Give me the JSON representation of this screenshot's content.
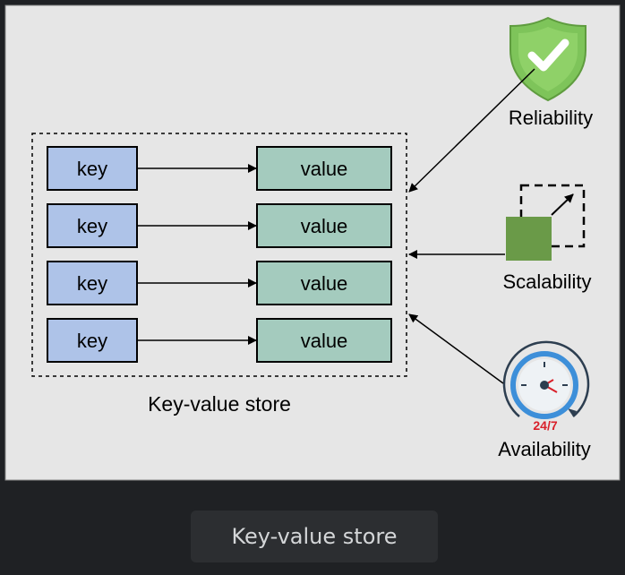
{
  "diagram": {
    "rows": [
      {
        "key": "key",
        "value": "value"
      },
      {
        "key": "key",
        "value": "value"
      },
      {
        "key": "key",
        "value": "value"
      },
      {
        "key": "key",
        "value": "value"
      }
    ],
    "store_label": "Key-value store",
    "properties": {
      "reliability": "Reliability",
      "scalability": "Scalability",
      "availability": "Availability",
      "availability_badge": "24/7"
    }
  },
  "caption": {
    "text": "Key-value store"
  },
  "colors": {
    "page_background": "#1f2124",
    "panel_background": "#e6e6e6",
    "key_fill": "#aec3e8",
    "value_fill": "#a4cbbe",
    "shield_green": "#7ec45a",
    "square_green": "#6a9a48",
    "clock_blue": "#3d8fd9",
    "badge_red": "#d9202a"
  }
}
